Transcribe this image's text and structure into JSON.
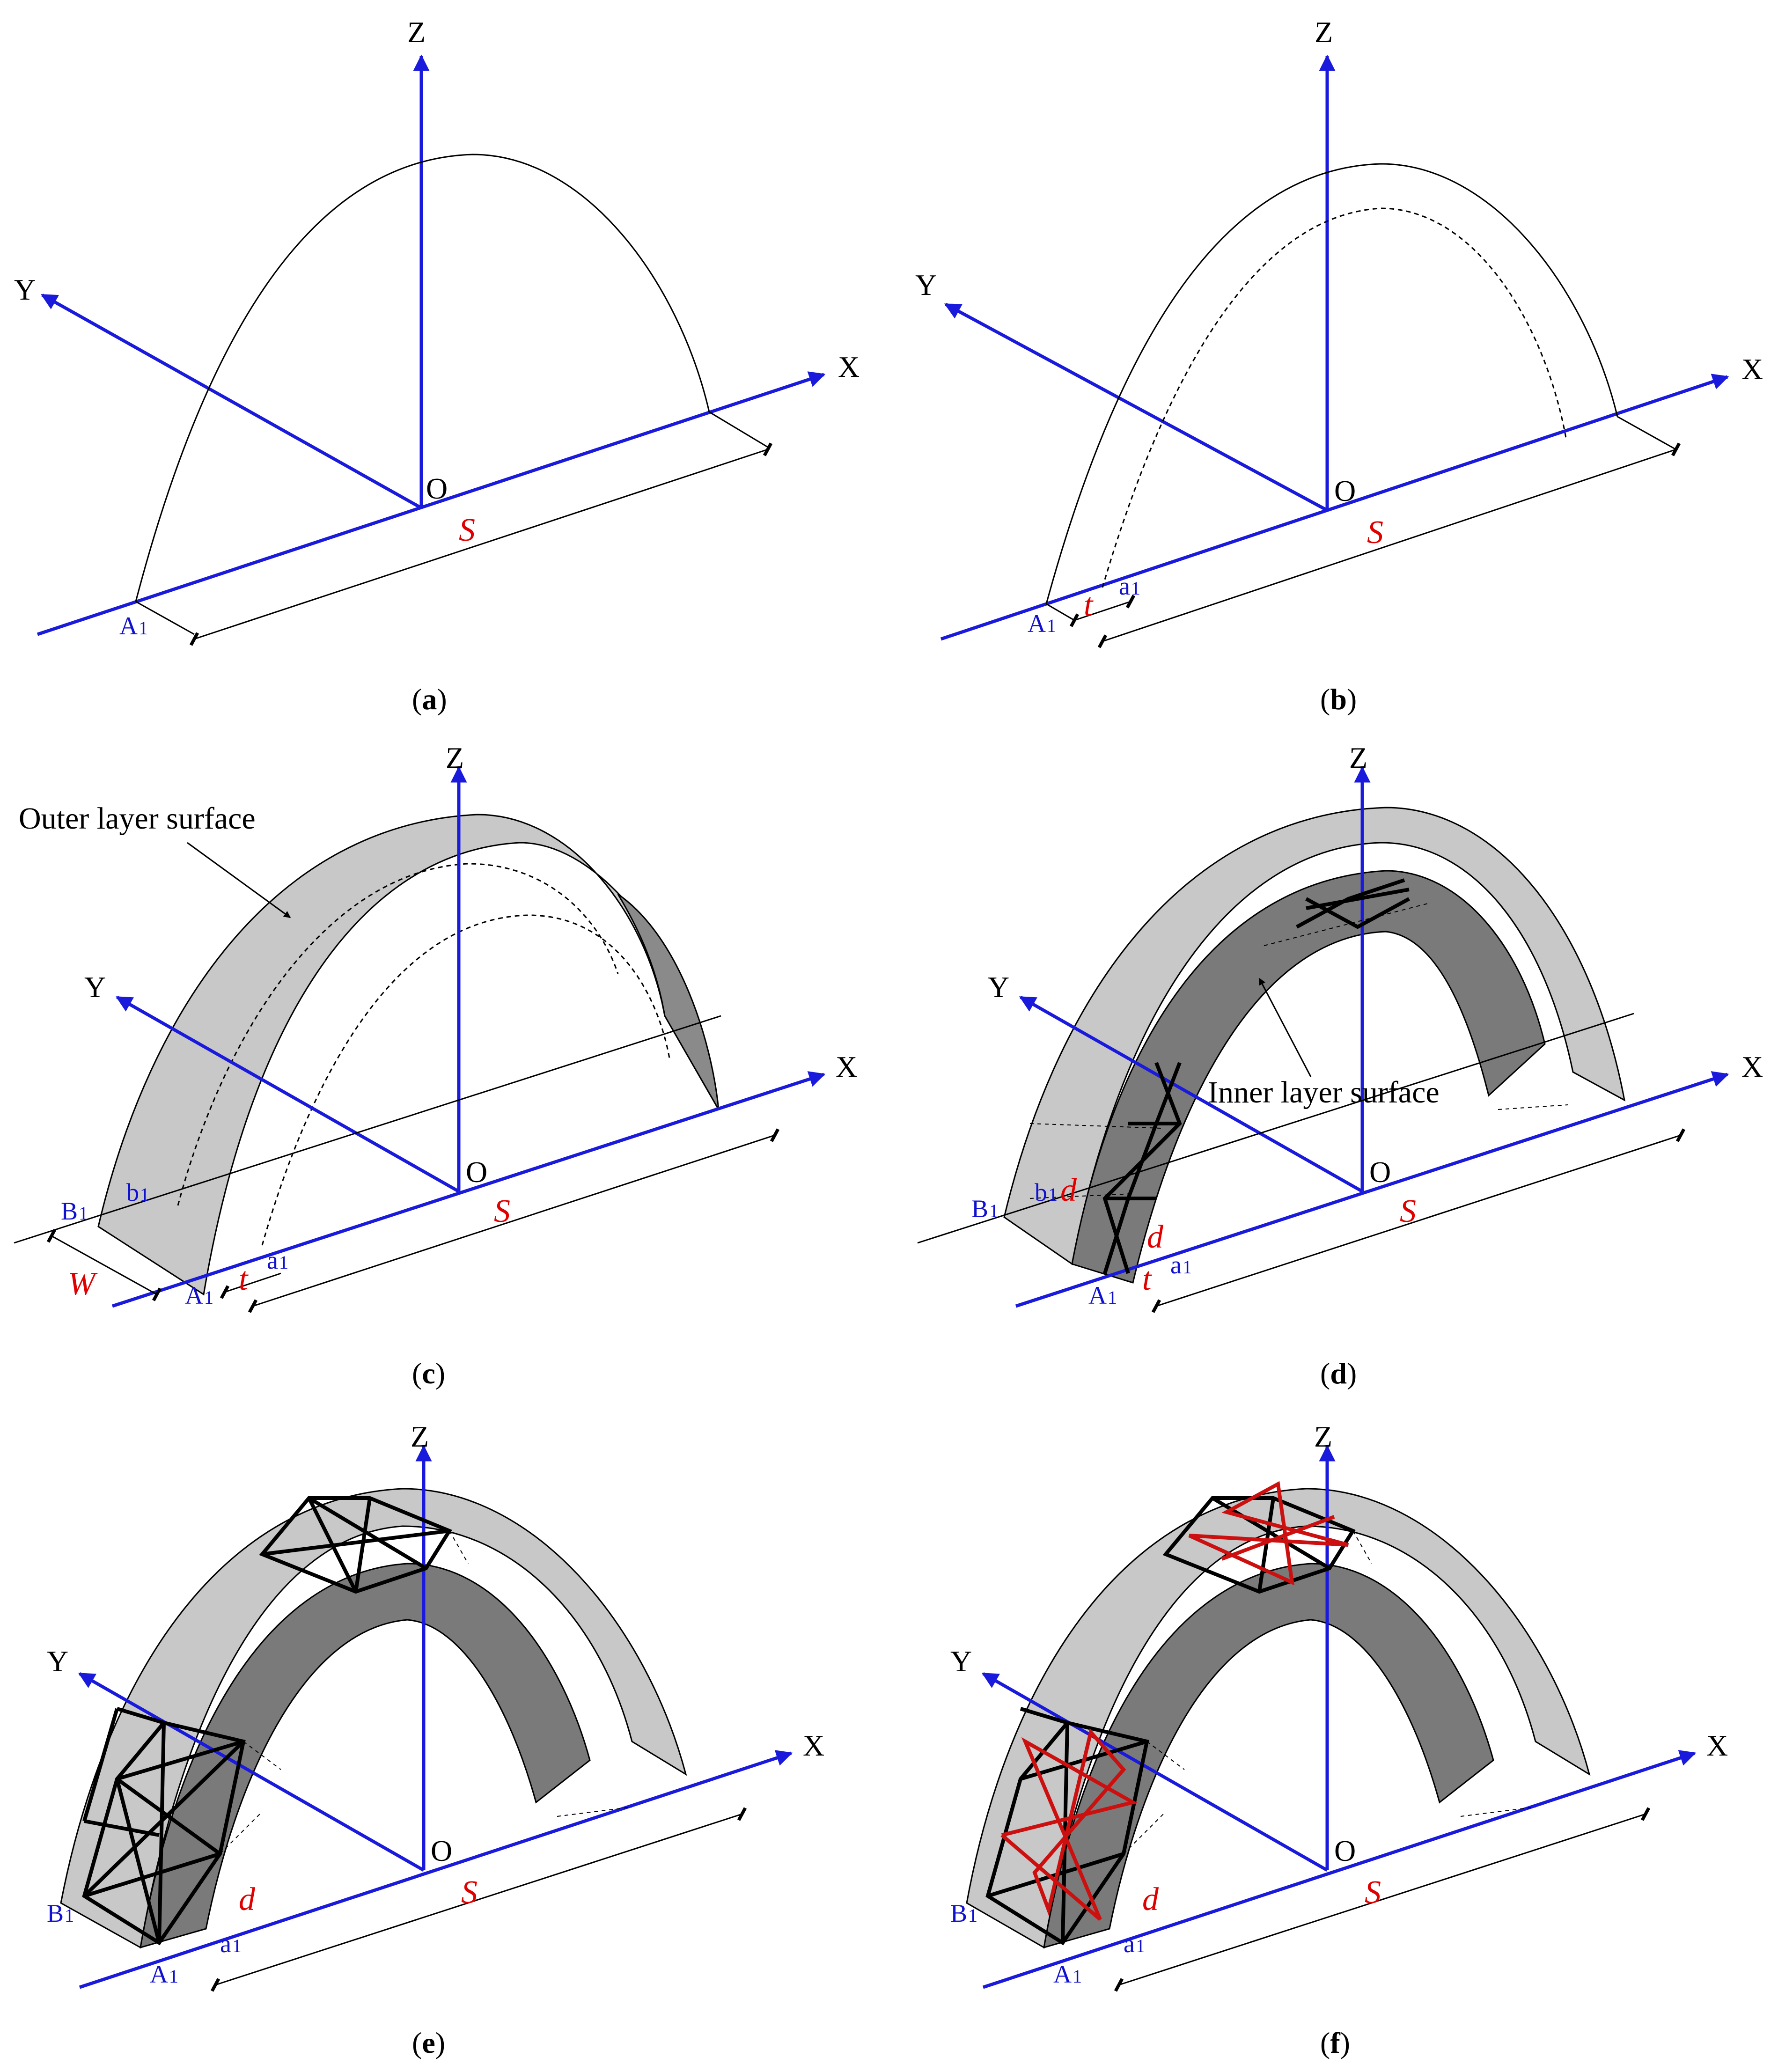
{
  "colors": {
    "axis": "#1a1adc",
    "dimension_label": "#e00000",
    "point_label": "#1010d0",
    "outer_surface": "#c8c8c8",
    "inner_surface": "#7a7a7a",
    "truss_primary": "#000000",
    "truss_secondary": "#cc1010"
  },
  "axes": {
    "x": "X",
    "y": "Y",
    "z": "Z",
    "origin": "O"
  },
  "points": {
    "a1": "A1",
    "b1": "B1",
    "a_small": "a1",
    "b_small": "b1"
  },
  "dims": {
    "span": "S",
    "thickness": "t",
    "width": "W",
    "offset": "d"
  },
  "callouts": {
    "outer": "Outer layer surface",
    "inner": "Inner layer surface"
  },
  "panels": [
    {
      "letter": "a"
    },
    {
      "letter": "b"
    },
    {
      "letter": "c"
    },
    {
      "letter": "d"
    },
    {
      "letter": "e"
    },
    {
      "letter": "f"
    }
  ]
}
